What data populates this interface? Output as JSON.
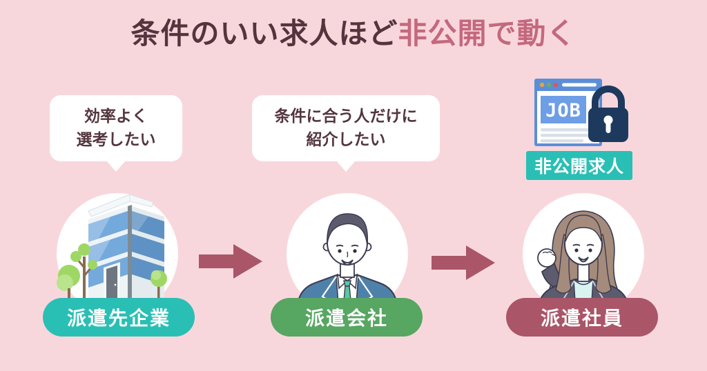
{
  "title": {
    "prefix": "条件のいい求人ほど",
    "highlight": "非公開で動く"
  },
  "speech_bubbles": [
    {
      "line1": "効率よく",
      "line2": "選考したい"
    },
    {
      "line1": "条件に合う人だけに",
      "line2": "紹介したい"
    }
  ],
  "secret_job": {
    "browser_title": "JOB",
    "label": "非公開求人"
  },
  "entities": [
    {
      "label": "派遣先企業",
      "color": "#2abfb4",
      "illustration": "office-building"
    },
    {
      "label": "派遣会社",
      "color": "#57a662",
      "illustration": "staffing-agency-man"
    },
    {
      "label": "派遣社員",
      "color": "#aa5568",
      "illustration": "dispatched-worker-woman"
    }
  ],
  "colors": {
    "background": "#f8d7dc",
    "title_text": "#54353e",
    "title_highlight": "#c4687e",
    "bubble_bg": "#ffffff",
    "bubble_text": "#54353e",
    "arrow": "#aa5568",
    "secret_label_bg": "#2abfb4",
    "browser_frame": "#5b8ed8",
    "browser_job_box": "#6d9ee6",
    "lock": "#1d3a5e",
    "circle_bg": "#ffffff"
  }
}
